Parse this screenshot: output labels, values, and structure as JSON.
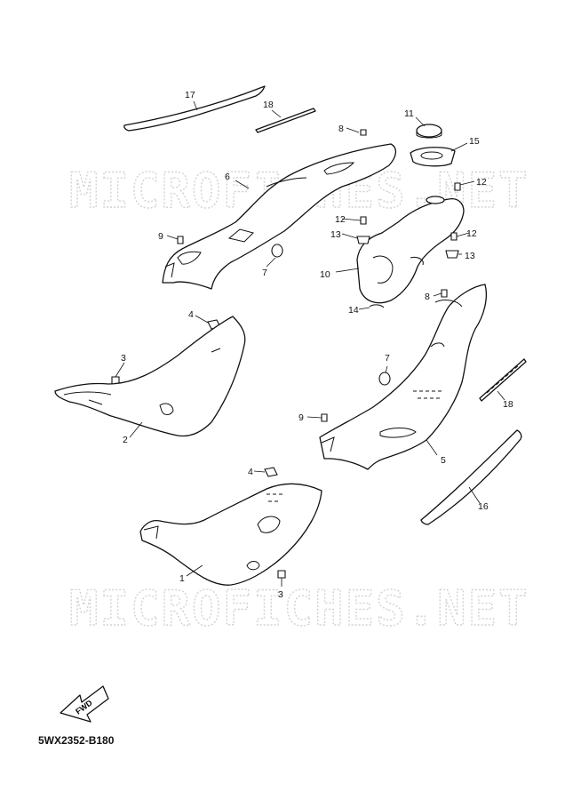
{
  "watermark": "MICROFICHES.NET",
  "diagram_code": "5WX2352-B180",
  "fwd_label": "FWD",
  "callouts": {
    "c1": "1",
    "c2": "2",
    "c3a": "3",
    "c3b": "3",
    "c4a": "4",
    "c4b": "4",
    "c5": "5",
    "c6": "6",
    "c7a": "7",
    "c7b": "7",
    "c8a": "8",
    "c8b": "8",
    "c9a": "9",
    "c9b": "9",
    "c10": "10",
    "c11": "11",
    "c12a": "12",
    "c12b": "12",
    "c12c": "12",
    "c13a": "13",
    "c13b": "13",
    "c14": "14",
    "c15": "15",
    "c16": "16",
    "c17": "17",
    "c18a": "18",
    "c18b": "18"
  }
}
